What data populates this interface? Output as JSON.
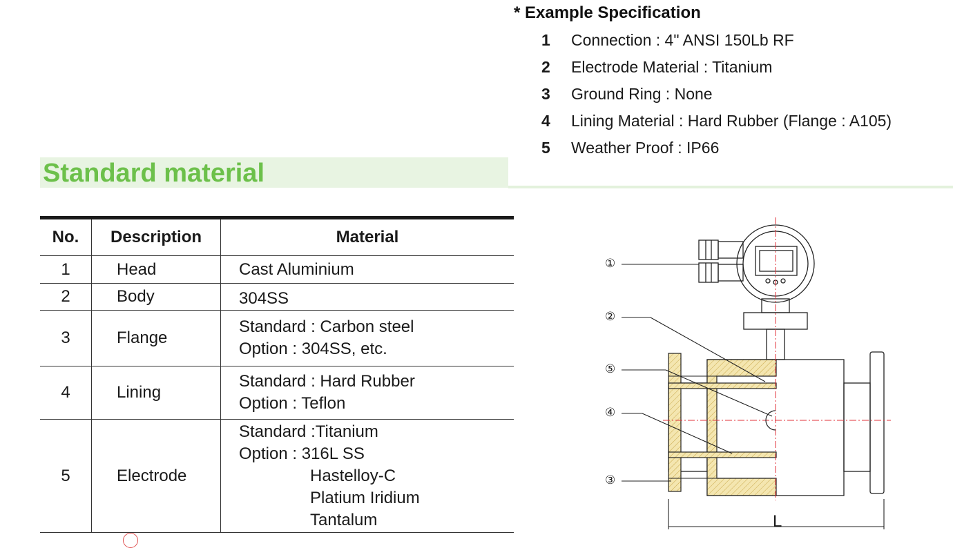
{
  "example_spec": {
    "title": "* Example Specification",
    "items": [
      {
        "num": "1",
        "text": "Connection : 4\" ANSI 150Lb RF"
      },
      {
        "num": "2",
        "text": "Electrode Material : Titanium"
      },
      {
        "num": "3",
        "text": "Ground Ring : None"
      },
      {
        "num": "4",
        "text": "Lining Material : Hard Rubber (Flange : A105)"
      },
      {
        "num": "5",
        "text": "Weather Proof : IP66"
      }
    ]
  },
  "section": {
    "title": "Standard material"
  },
  "table": {
    "headers": [
      "No.",
      "Description",
      "Material"
    ],
    "rows": [
      {
        "no": "1",
        "desc": "Head",
        "lines": [
          "Cast Aluminium"
        ]
      },
      {
        "no": "2",
        "desc": "Body",
        "lines": [
          "304SS"
        ]
      },
      {
        "no": "3",
        "desc": "Flange",
        "lines": [
          "Standard : Carbon steel",
          "Option : 304SS, etc."
        ]
      },
      {
        "no": "4",
        "desc": "Lining",
        "lines": [
          "Standard : Hard Rubber",
          "Option : Teflon"
        ]
      },
      {
        "no": "5",
        "desc": "Electrode",
        "lines": [
          "Standard :Titanium",
          "Option : 316L SS"
        ],
        "indent_lines": [
          "Hastelloy-C",
          "Platium Iridium",
          "Tantalum"
        ]
      }
    ]
  },
  "drawing": {
    "callouts": [
      "①",
      "②",
      "⑤",
      "④",
      "③"
    ],
    "dimension_label": "L",
    "colors": {
      "line": "#222222",
      "centerline": "#e0303a",
      "hatch_fill": "#f4e6b0"
    }
  }
}
